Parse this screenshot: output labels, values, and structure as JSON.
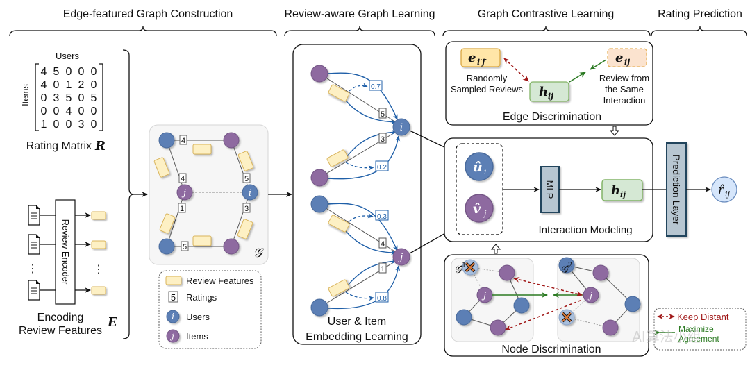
{
  "stages": [
    {
      "label": "Edge-featured Graph Construction"
    },
    {
      "label": "Review-aware Graph Learning"
    },
    {
      "label": "Graph Contrastive Learning"
    },
    {
      "label": "Rating Prediction"
    }
  ],
  "rating_matrix": {
    "col_label": "Users",
    "row_label": "Items",
    "rows": [
      [
        4,
        5,
        0,
        0,
        0
      ],
      [
        4,
        0,
        1,
        2,
        0
      ],
      [
        0,
        3,
        5,
        0,
        5
      ],
      [
        0,
        0,
        4,
        0,
        0
      ],
      [
        1,
        0,
        0,
        3,
        0
      ]
    ],
    "caption": "Rating Matrix",
    "symbol": "R"
  },
  "encoder": {
    "label": "Review Encoder",
    "caption_line1": "Encoding",
    "caption_line2": "Review Features",
    "symbol": "E",
    "ellipsis": "⋮"
  },
  "graph": {
    "symbol": "𝒢",
    "ratings": [
      "4",
      "4",
      "5",
      "1",
      "3",
      "5"
    ],
    "user_label": "i",
    "item_label": "j"
  },
  "legend": {
    "review_features": "Review Features",
    "ratings_sample": "5",
    "ratings": "Ratings",
    "user_sym": "i",
    "users": "Users",
    "item_sym": "j",
    "items": "Items"
  },
  "embedding": {
    "top_ratings": [
      "5",
      "3"
    ],
    "top_weights": [
      "0.7",
      "0.2"
    ],
    "bottom_ratings": [
      "4",
      "1"
    ],
    "bottom_weights": [
      "0.3",
      "0.8"
    ],
    "caption_line1": "User & Item",
    "caption_line2": "Embedding Learning"
  },
  "edge_discrimination": {
    "neg_sym": "e",
    "neg_sub": "i′j′",
    "neg_caption_line1": "Randomly",
    "neg_caption_line2": "Sampled Reviews",
    "h_sym": "h",
    "h_sub": "ij",
    "pos_sym": "e",
    "pos_sub": "ij",
    "pos_caption_line1": "Review from",
    "pos_caption_line2": "the Same",
    "pos_caption_line3": "Interaction",
    "title": "Edge Discrimination"
  },
  "interaction": {
    "u_sym": "û",
    "u_sub": "i",
    "v_sym": "v̂",
    "v_sub": "j",
    "mlp": "MLP",
    "h_sym": "h",
    "h_sub": "ij",
    "title": "Interaction Modeling"
  },
  "prediction": {
    "layer": "Prediction Layer",
    "out_sym": "r̂",
    "out_sub": "ij"
  },
  "node_discrimination": {
    "g1": "𝒢̂",
    "g1_sup": "1",
    "g2": "𝒢̂",
    "g2_sup": "2",
    "node_label": "j",
    "title": "Node Discrimination"
  },
  "contrast_legend": {
    "keep_distant": "Keep Distant",
    "maximize_line1": "Maximize",
    "maximize_line2": "Agreement"
  },
  "colors": {
    "user": "#5b7fb5",
    "item": "#8e6aa0",
    "review": "#fdf0c4",
    "review_border": "#d9b45a",
    "blue_edge": "#1f5fa8",
    "neg": "#a01717",
    "pos": "#2b7a22",
    "h_fill": "#d5e8d4",
    "h_border": "#82b366",
    "block": "#b7c6d1",
    "block_border": "#23445d"
  },
  "watermark": "AI算法小组"
}
